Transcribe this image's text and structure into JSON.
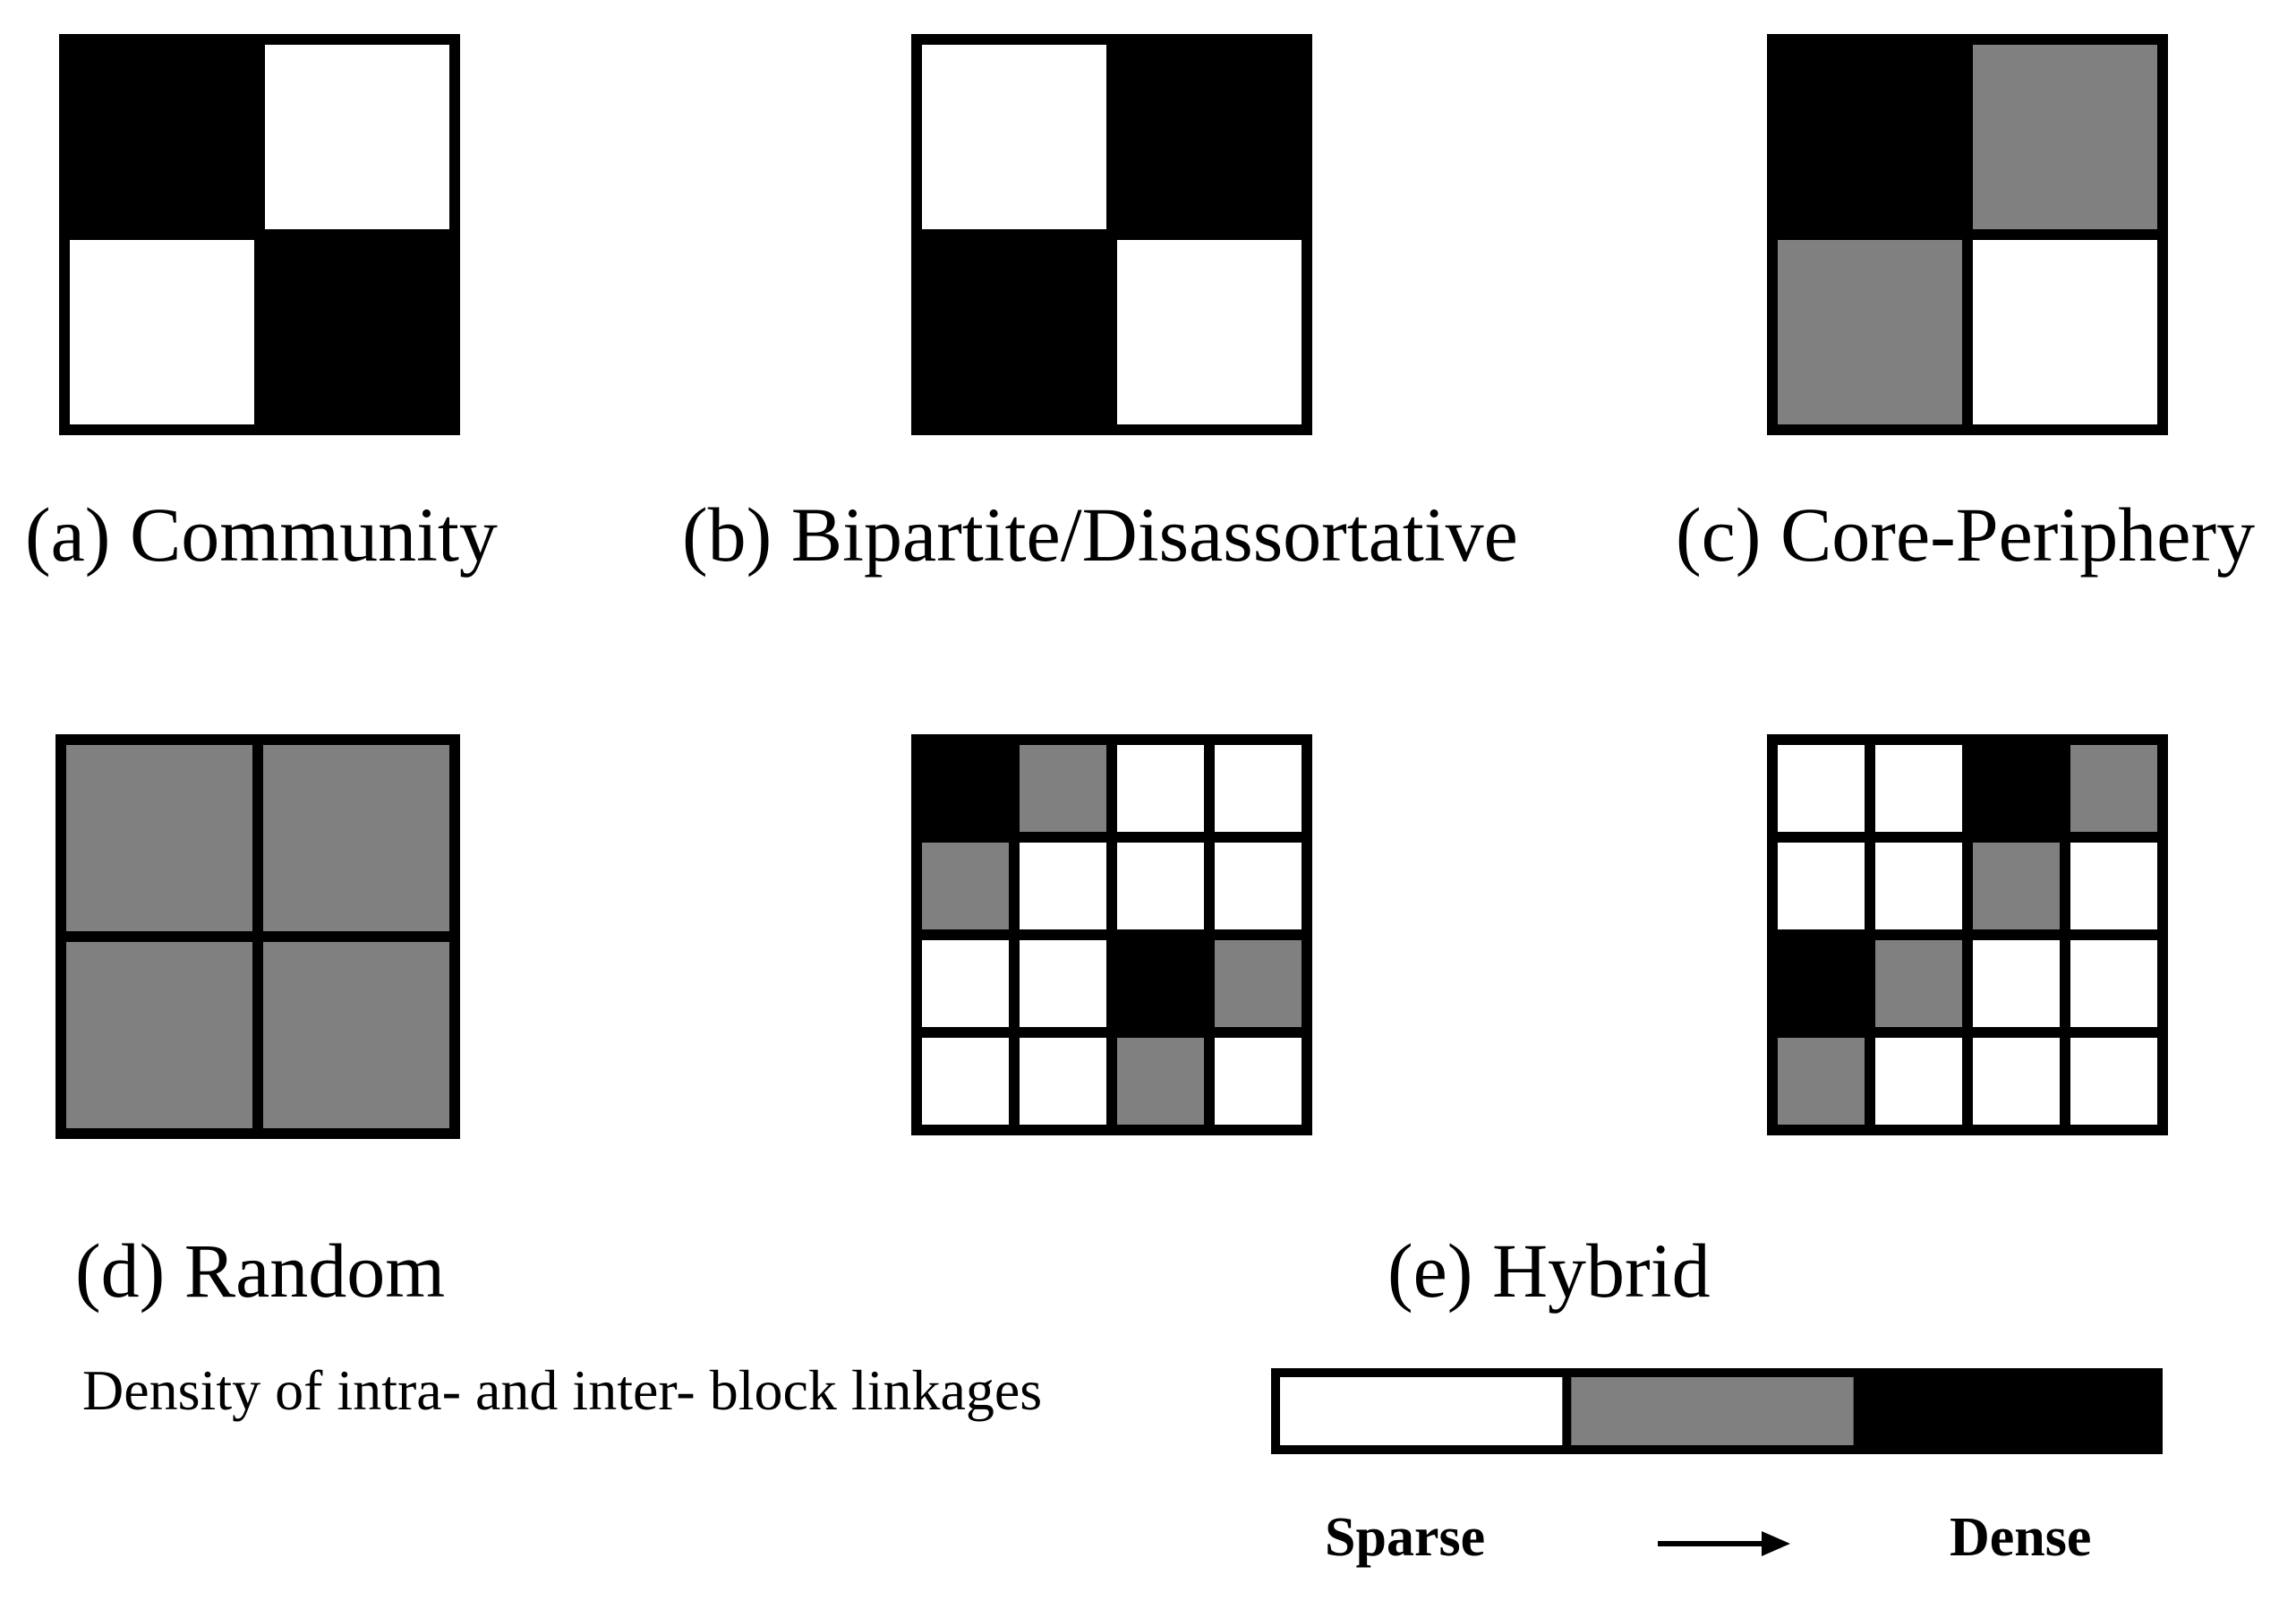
{
  "palette": {
    "sparse": "#ffffff",
    "medium": "#808080",
    "dense": "#000000",
    "frame": "#000000"
  },
  "panels": [
    {
      "id": "a",
      "label": "(a) Community",
      "grid": [
        [
          "dense",
          "sparse"
        ],
        [
          "sparse",
          "dense"
        ]
      ]
    },
    {
      "id": "b",
      "label": "(b) Bipartite/Disassortative",
      "grid": [
        [
          "sparse",
          "dense"
        ],
        [
          "dense",
          "sparse"
        ]
      ]
    },
    {
      "id": "c",
      "label": "(c) Core-Periphery",
      "grid": [
        [
          "dense",
          "medium"
        ],
        [
          "medium",
          "sparse"
        ]
      ]
    },
    {
      "id": "d",
      "label": "(d) Random",
      "grid": [
        [
          "medium",
          "medium"
        ],
        [
          "medium",
          "medium"
        ]
      ]
    },
    {
      "id": "e1",
      "label": "",
      "grid": [
        [
          "dense",
          "medium",
          "sparse",
          "sparse"
        ],
        [
          "medium",
          "sparse",
          "sparse",
          "sparse"
        ],
        [
          "sparse",
          "sparse",
          "dense",
          "medium"
        ],
        [
          "sparse",
          "sparse",
          "medium",
          "sparse"
        ]
      ]
    },
    {
      "id": "e2",
      "label": "",
      "grid": [
        [
          "sparse",
          "sparse",
          "dense",
          "medium"
        ],
        [
          "sparse",
          "sparse",
          "medium",
          "sparse"
        ],
        [
          "dense",
          "medium",
          "sparse",
          "sparse"
        ],
        [
          "medium",
          "sparse",
          "sparse",
          "sparse"
        ]
      ]
    }
  ],
  "hybrid_label": "(e) Hybrid",
  "legend": {
    "title": "Density of intra- and inter- block linkages",
    "levels": [
      "sparse",
      "medium",
      "dense"
    ],
    "sparse_label": "Sparse",
    "dense_label": "Dense",
    "arrow_icon": "right-arrow-icon"
  }
}
